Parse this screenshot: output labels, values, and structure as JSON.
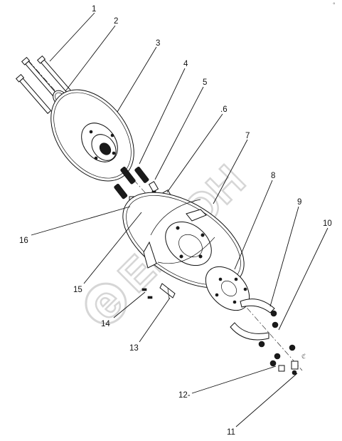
{
  "watermark": {
    "text": "ЕВРОН",
    "circle_letter": "e"
  },
  "corner_mark": "°",
  "callouts": [
    {
      "id": "callout-1",
      "number": "1"
    },
    {
      "id": "callout-2",
      "number": "2"
    },
    {
      "id": "callout-3",
      "number": "3"
    },
    {
      "id": "callout-4",
      "number": "4"
    },
    {
      "id": "callout-5",
      "number": "5"
    },
    {
      "id": "callout-6",
      "number": ".6"
    },
    {
      "id": "callout-7",
      "number": "7"
    },
    {
      "id": "callout-8",
      "number": "8"
    },
    {
      "id": "callout-9",
      "number": "9"
    },
    {
      "id": "callout-10",
      "number": "10"
    },
    {
      "id": "callout-11",
      "number": "11"
    },
    {
      "id": "callout-12",
      "number": "12-"
    },
    {
      "id": "callout-13",
      "number": "13"
    },
    {
      "id": "callout-14",
      "number": "14"
    },
    {
      "id": "callout-15",
      "number": "15"
    },
    {
      "id": "callout-16",
      "number": "16"
    }
  ]
}
